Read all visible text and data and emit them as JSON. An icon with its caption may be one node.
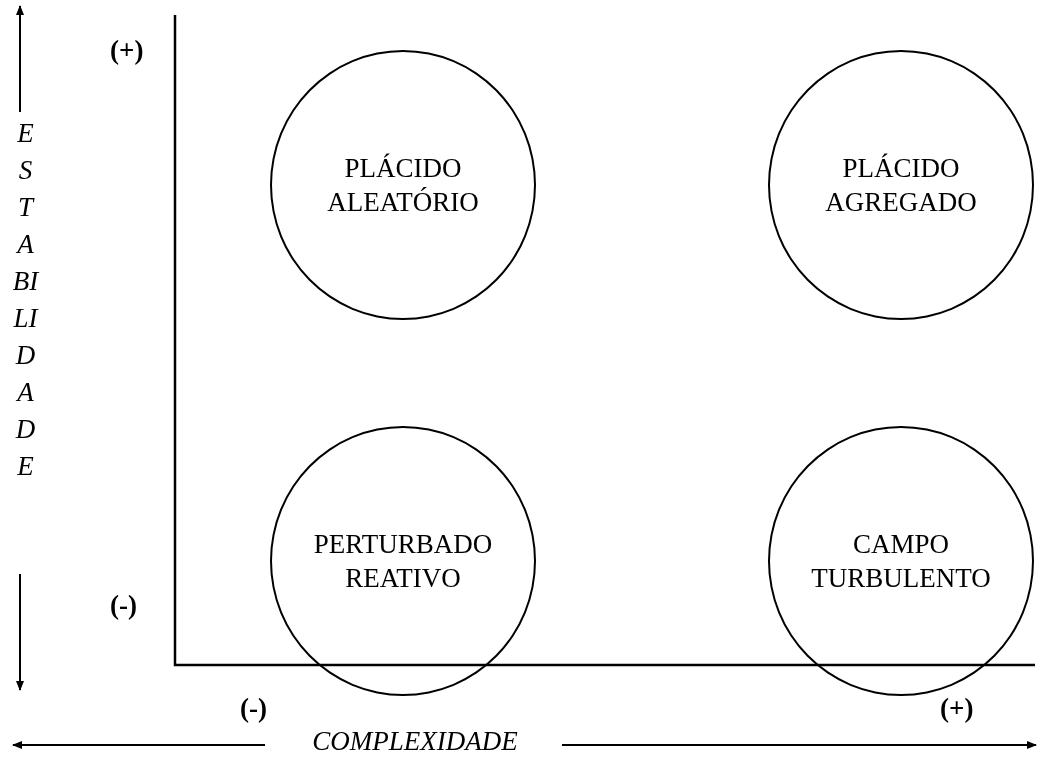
{
  "diagram": {
    "nodes": [
      {
        "text": [
          "PLÁCIDO ALEATÓRIO"
        ]
      },
      {
        "text": [
          "PLÁCIDO AGREGADO"
        ]
      },
      {
        "text": [
          "PERTURBADO REATIVO"
        ]
      },
      {
        "text": [
          "CAMPO TURBULENTO"
        ]
      }
    ],
    "edges": [],
    "labels": [
      "(+)",
      "ESTABILIDADE",
      "(-)",
      "(-)",
      "(+)",
      "COMPLEXIDADE"
    ]
  }
}
